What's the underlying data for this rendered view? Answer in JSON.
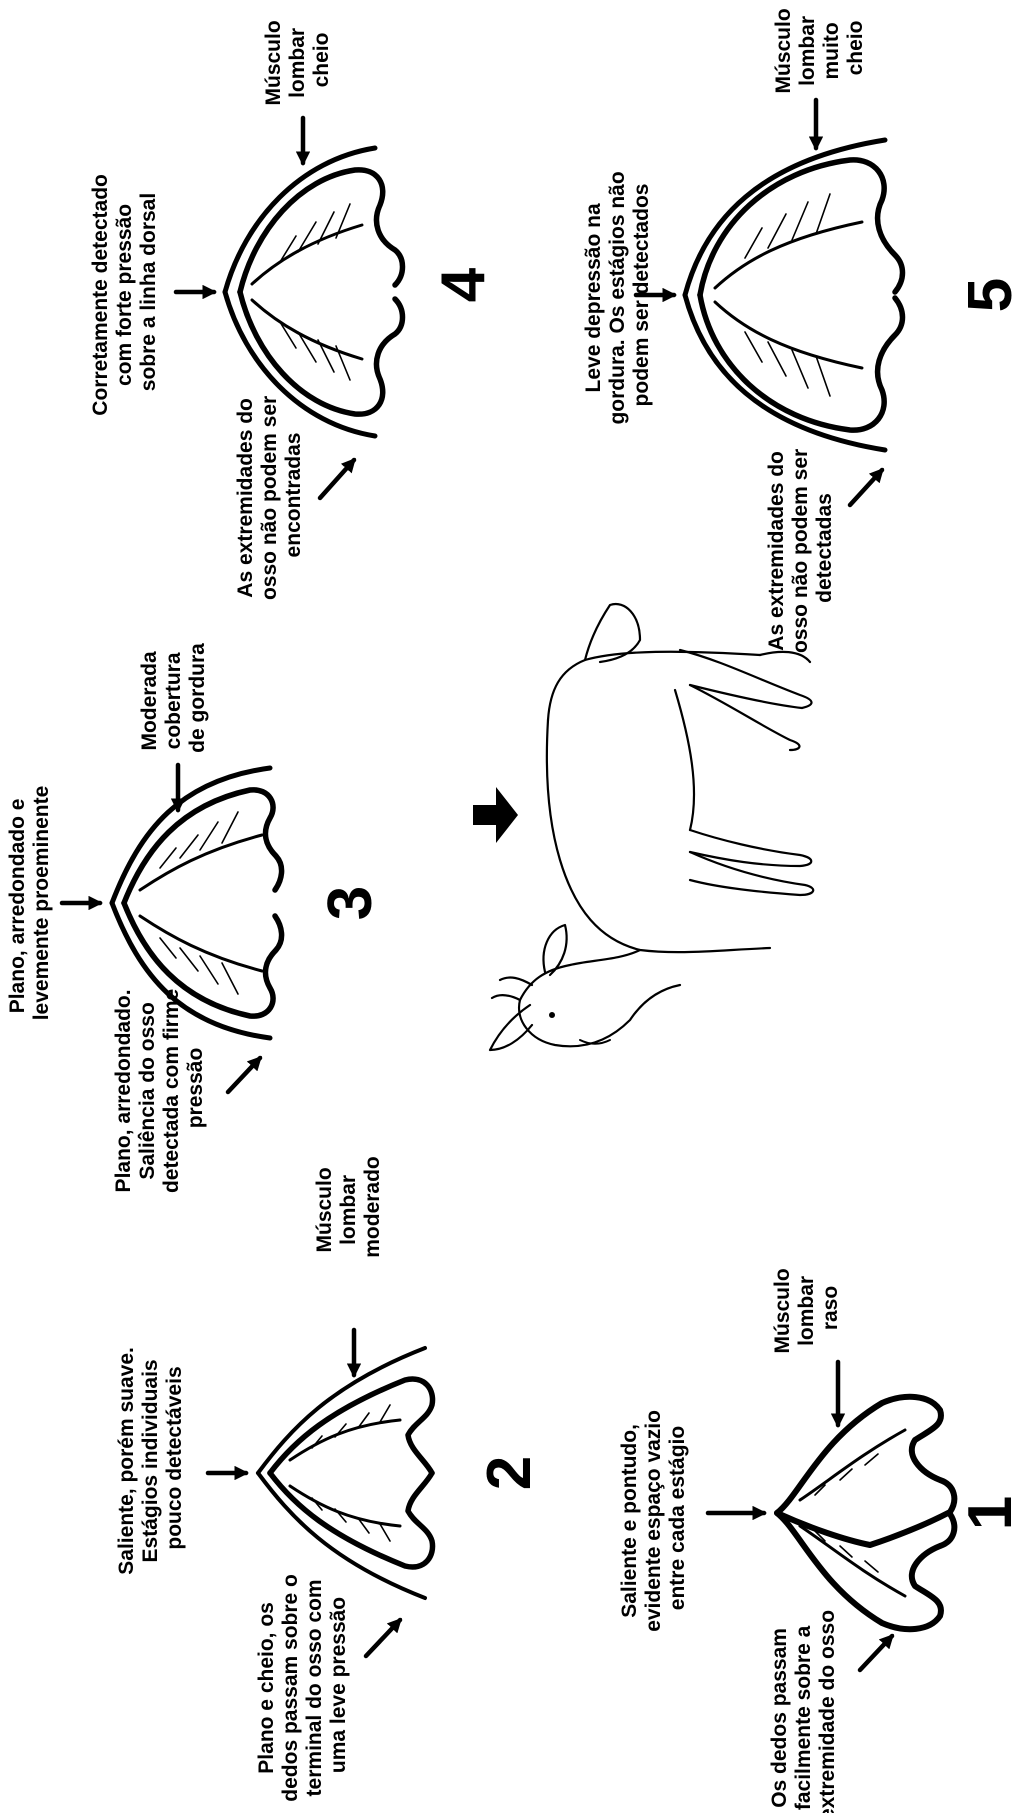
{
  "stages": [
    {
      "number": "1",
      "spine": [
        "Saliente e pontudo,",
        "evidente espaço vazio",
        "entre cada estágio"
      ],
      "muscle": [
        "Músculo",
        "lombar",
        "raso"
      ],
      "bone_tip": [
        "Os dedos passam",
        "facilmente sobre a",
        "extremidade do osso"
      ]
    },
    {
      "number": "2",
      "spine": [
        "Saliente, porém suave.",
        "Estágios individuais",
        "pouco detectáveis"
      ],
      "muscle": [
        "Músculo",
        "lombar",
        "moderado"
      ],
      "bone_tip": [
        "Plano  e cheio, os",
        "dedos passam sobre o",
        "terminal do osso com",
        "uma leve pressão"
      ]
    },
    {
      "number": "3",
      "spine": [
        "Plano, arredondado e",
        "levemente proeminente"
      ],
      "muscle": [
        "Moderada",
        "cobertura",
        "de gordura"
      ],
      "bone_tip": [
        "Plano, arredondado.",
        "Saliência do osso",
        "detectada com firme",
        "pressão"
      ]
    },
    {
      "number": "4",
      "spine": [
        "Corretamente detectado",
        "com  forte pressão",
        "sobre a linha dorsal"
      ],
      "muscle": [
        "Músculo",
        "lombar",
        "cheio"
      ],
      "bone_tip": [
        "As extremidades do",
        "osso não podem ser",
        "encontradas"
      ]
    },
    {
      "number": "5",
      "spine": [
        "Leve depressão na",
        "gordura. Os estágios não",
        "podem ser detectados"
      ],
      "muscle": [
        "Músculo",
        "lombar",
        "muito",
        "cheio"
      ],
      "bone_tip": [
        "As extremidades do",
        "osso não podem ser",
        "detectadas"
      ]
    }
  ],
  "goat_illustration": "goat-side-view"
}
